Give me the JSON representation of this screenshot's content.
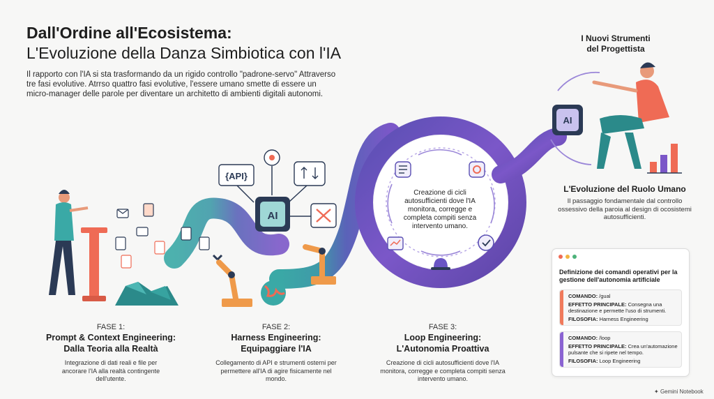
{
  "header": {
    "title_line1": "Dall'Ordine all'Ecosistema:",
    "title_line2": "L'Evoluzione della Danza Simbiotica con l'IA",
    "intro": "Il rapporto con l'IA si sta trasformando da un rigido controllo \"padrone-servo\" Attraverso tre fasi evolutive. Atrrso quattro fasi evolutive, l'essere umano smette di essere un micro-manager delle parole per diventare un architetto di ambienti digitali autonomi."
  },
  "phases": [
    {
      "label": "FASE 1:",
      "title_l1": "Prompt & Context Engineering:",
      "title_l2": "Dalla Teoria alla Realtà",
      "desc": "Integrazione di dati reali e file per ancorare l'IA alla realtà contingente dell'utente."
    },
    {
      "label": "FASE 2:",
      "title_l1": "Harness Engineering:",
      "title_l2": "Equipaggiare l'IA",
      "desc": "Collegamento di API e strumenti osterni per permettere all'IA di agire fisicamente nel mondo."
    },
    {
      "label": "FASE 3:",
      "title_l1": "Loop Engineering:",
      "title_l2": "L'Autonomia Proattiva",
      "desc": "Creazione di cicli autosufficienti dove l'IA monitora, corregge e completa compiti senza intervento umano."
    }
  ],
  "loop_center_text": "Creazione di cicli autosufficienti dove l'IA monitora, corregge e completa compiti senza intervento umano.",
  "chip_labels": {
    "api": "{API}",
    "ai": "AI"
  },
  "tools": {
    "title_l1": "I Nuovi Strumenti",
    "title_l2": "del Progettista"
  },
  "role": {
    "title": "L'Evoluzione del Ruolo Umano",
    "desc": "Il passaggio fondamentale dal controllo ossessivo della paroia al design di ocosistemi autosufficienti."
  },
  "panel": {
    "heading": "Definizione dei comandi operativi per la gestione dell'autonomia artificiale",
    "commands": [
      {
        "cmd_label": "COMANDO:",
        "cmd": "/gual",
        "effect_label": "EFFETTO PRINCIPALE:",
        "effect": "Consegna una destinazione e permette l'uso di strumenti.",
        "phil_label": "FILOSOFIA:",
        "phil": "Harness Engineering",
        "color": "#f07a5c"
      },
      {
        "cmd_label": "COMANDO:",
        "cmd": "/loop",
        "effect_label": "EFFETTO PRINCIPALE:",
        "effect": "Crea un'automazione pulsante che si ripete nel tempo.",
        "phil_label": "FILOSOFIA:",
        "phil": "Loop Engineering",
        "color": "#8a63d2"
      }
    ]
  },
  "brand": "Gemini Notebook",
  "colors": {
    "teal": "#3aa9a6",
    "purple": "#7b57c8",
    "coral": "#ef6b55",
    "navy": "#2b3a55"
  }
}
